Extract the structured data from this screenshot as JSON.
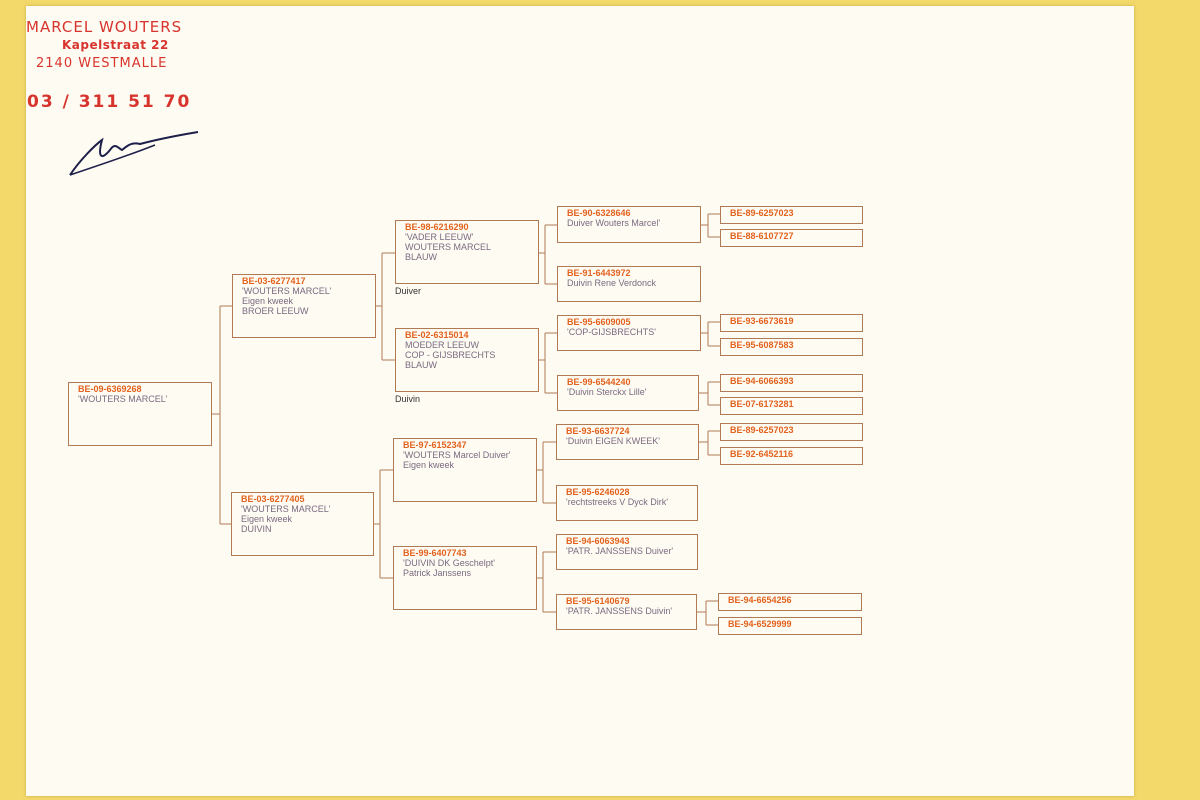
{
  "stamp": {
    "name": "MARCEL WOUTERS",
    "street": "Kapelstraat 22",
    "city": "2140  WESTMALLE",
    "phone": "03 / 311 51 70"
  },
  "pedigree": {
    "subject": {
      "ring": "BE-09-6369268",
      "lines": [
        "'WOUTERS MARCEL'"
      ]
    },
    "father": {
      "ring": "BE-03-6277417",
      "lines": [
        "'WOUTERS MARCEL'",
        "Eigen kweek",
        "BROER LEEUW"
      ]
    },
    "mother": {
      "ring": "BE-03-6277405",
      "lines": [
        "'WOUTERS MARCEL'",
        "Eigen kweek",
        "DUIVIN"
      ]
    },
    "ff": {
      "ring": "BE-98-6216290",
      "lines": [
        "'VADER LEEUW'",
        "WOUTERS MARCEL",
        "BLAUW"
      ]
    },
    "fm": {
      "ring": "BE-02-6315014",
      "lines": [
        "MOEDER LEEUW",
        "COP - GIJSBRECHTS",
        "BLAUW"
      ]
    },
    "mf": {
      "ring": "BE-97-6152347",
      "lines": [
        "'WOUTERS Marcel Duiver'",
        "Eigen kweek"
      ]
    },
    "mm": {
      "ring": "BE-99-6407743",
      "lines": [
        "'DUIVIN DK Geschelpt'",
        "Patrick Janssens"
      ]
    },
    "label_duiver": "Duiver",
    "label_duivin": "Duivin",
    "fff": {
      "ring": "BE-90-6328646",
      "lines": [
        "Duiver Wouters Marcel'"
      ]
    },
    "ffm": {
      "ring": "BE-91-6443972",
      "lines": [
        "Duivin Rene Verdonck"
      ]
    },
    "fmf": {
      "ring": "BE-95-6609005",
      "lines": [
        "'COP-GIJSBRECHTS'"
      ]
    },
    "fmm": {
      "ring": "BE-99-6544240",
      "lines": [
        "'Duivin Sterckx Lille'"
      ]
    },
    "mff": {
      "ring": "BE-93-6637724",
      "lines": [
        "'Duivin EIGEN KWEEK'"
      ]
    },
    "mfm": {
      "ring": "BE-95-6246028",
      "lines": [
        "'rechtstreeks V Dyck Dirk'"
      ]
    },
    "mmf": {
      "ring": "BE-94-6063943",
      "lines": [
        "'PATR. JANSSENS Duiver'"
      ]
    },
    "mmm": {
      "ring": "BE-95-6140679",
      "lines": [
        "'PATR. JANSSENS Duivin'"
      ]
    },
    "g4": [
      "BE-89-6257023",
      "BE-88-6107727",
      "BE-93-6673619",
      "BE-95-6087583",
      "BE-94-6066393",
      "BE-07-6173281",
      "BE-89-6257023",
      "BE-92-6452116",
      "BE-94-6654256",
      "BE-94-6529999"
    ]
  }
}
